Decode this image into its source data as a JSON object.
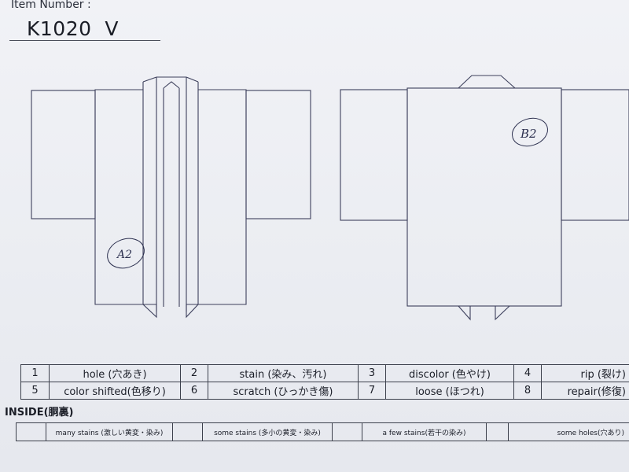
{
  "header": {
    "item_number_label": "Item Number :",
    "item_number_value": "K1020  V"
  },
  "diagram": {
    "front_mark": "A2",
    "back_mark": "B2"
  },
  "defects": [
    {
      "num": "1",
      "label": "hole (穴あき)"
    },
    {
      "num": "2",
      "label": "stain (染み、汚れ)"
    },
    {
      "num": "3",
      "label": "discolor (色やけ)"
    },
    {
      "num": "4",
      "label": "rip (裂け)"
    },
    {
      "num": "5",
      "label": "color shifted(色移り)"
    },
    {
      "num": "6",
      "label": "scratch (ひっかき傷)"
    },
    {
      "num": "7",
      "label": "loose (ほつれ)"
    },
    {
      "num": "8",
      "label": "repair(修復)"
    }
  ],
  "inside": {
    "title": "INSIDE(胴裏)",
    "items": [
      "many stains (激しい黄変・染み)",
      "some stains (多小の黄変・染み)",
      "a few stains(若干の染み)",
      "some holes(穴あり)"
    ]
  }
}
